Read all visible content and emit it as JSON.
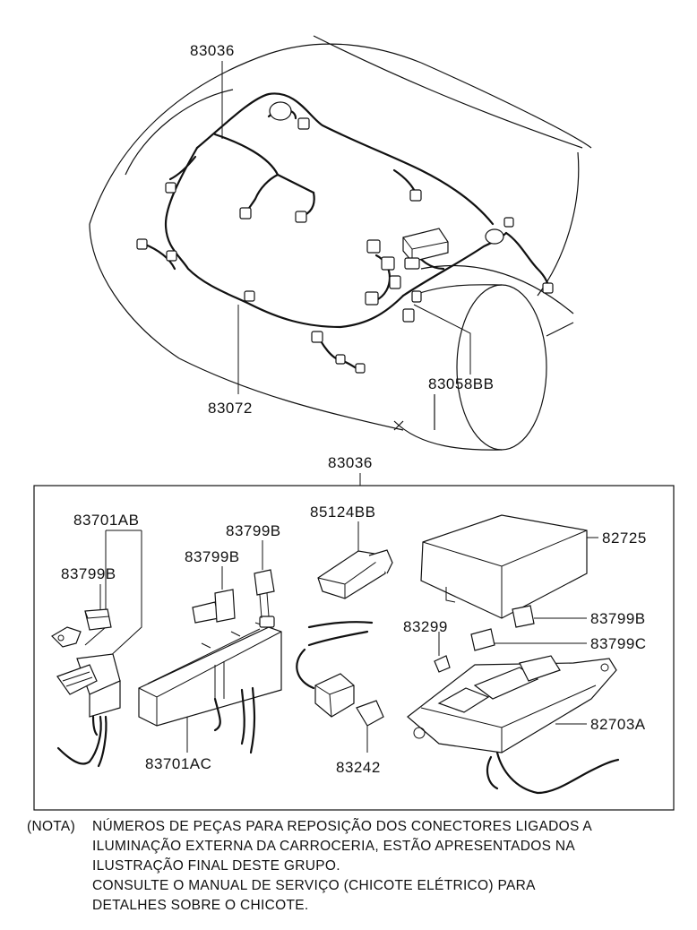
{
  "labels": {
    "top_harness": "83036",
    "sub_harness_83072": "83072",
    "sub_harness_83058": "83058BB",
    "box_title": "83036",
    "connector_83701ab": "83701AB",
    "connector_83799b_left": "83799B",
    "connector_83799b_mid": "83799B",
    "connector_83799b_mid2": "83799B",
    "relay_box_83701ac": "83701AC",
    "cover_85124bb": "85124BB",
    "connector_83242": "83242",
    "fuse_cover_82725": "82725",
    "connector_83299": "83299",
    "connector_83799b_right": "83799B",
    "connector_83799c": "83799C",
    "junction_block_82703a": "82703A"
  },
  "note": {
    "lead": "(NOTA)",
    "lines": [
      "NÚMEROS DE PEÇAS PARA REPOSIÇÃO DOS CONECTORES LIGADOS A",
      "ILUMINAÇÃO EXTERNA DA CARROCERIA, ESTÃO APRESENTADOS NA",
      "ILUSTRAÇÃO FINAL DESTE GRUPO.",
      "CONSULTE O MANUAL DE SERVIÇO (CHICOTE ELÉTRICO) PARA",
      "DETALHES SOBRE O CHICOTE."
    ]
  }
}
